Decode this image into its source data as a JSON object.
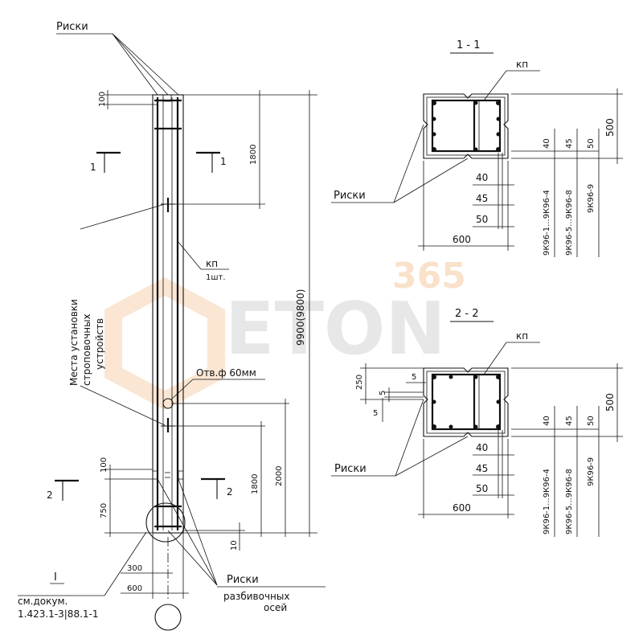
{
  "labels": {
    "riski_top": "Риски",
    "riski_sec1": "Риски",
    "riski_sec2": "Риски",
    "riski_bottom": "Риски",
    "razb_line1": "разбивочных",
    "razb_line2": "осей",
    "kp_main": "кп",
    "kp_main_qty": "1шт.",
    "kp_sec1": "кп",
    "kp_sec2": "кп",
    "mesta_line1": "Места установки",
    "mesta_line2": "строповочных",
    "mesta_line3": "устройств",
    "hole": "Отв.ф 60мм",
    "ref_mark": "I",
    "ref_line1": "см.докум.",
    "ref_line2": "1.423.1-3|88.1-1"
  },
  "cut_marks": {
    "c1_left": "1",
    "c1_right": "1",
    "c2_left": "2",
    "c2_right": "2"
  },
  "section1": {
    "title": "1 - 1",
    "width": "600",
    "height": "500",
    "offsets": [
      "40",
      "45",
      "50"
    ],
    "offsets_vertical": [
      "40",
      "45",
      "50"
    ],
    "series": [
      "9К96-1...9К96-4",
      "9К96-5...9К96-8",
      "9К96-9"
    ]
  },
  "section2": {
    "title": "2 - 2",
    "width": "600",
    "height": "500",
    "top_dim": "250",
    "small_dims": [
      "5",
      "5"
    ],
    "small_dim_left": "5",
    "offsets": [
      "40",
      "45",
      "50"
    ],
    "offsets_vertical": [
      "40",
      "45",
      "50"
    ],
    "series": [
      "9К96-1...9К96-4",
      "9К96-5...9К96-8",
      "9К96-9"
    ]
  },
  "column_dims": {
    "top_100": "100",
    "d_1800_top": "1800",
    "total": "9900(9800)",
    "d_2000": "2000",
    "d_1800_bottom": "1800",
    "bottom_100": "100",
    "d_750": "750",
    "d_10": "10",
    "d_300": "300",
    "d_600": "600"
  },
  "watermark": {
    "number": "365",
    "brand": "ETON",
    "brand_color": "#d9d9d9",
    "accent_color": "#f5c9a0"
  }
}
